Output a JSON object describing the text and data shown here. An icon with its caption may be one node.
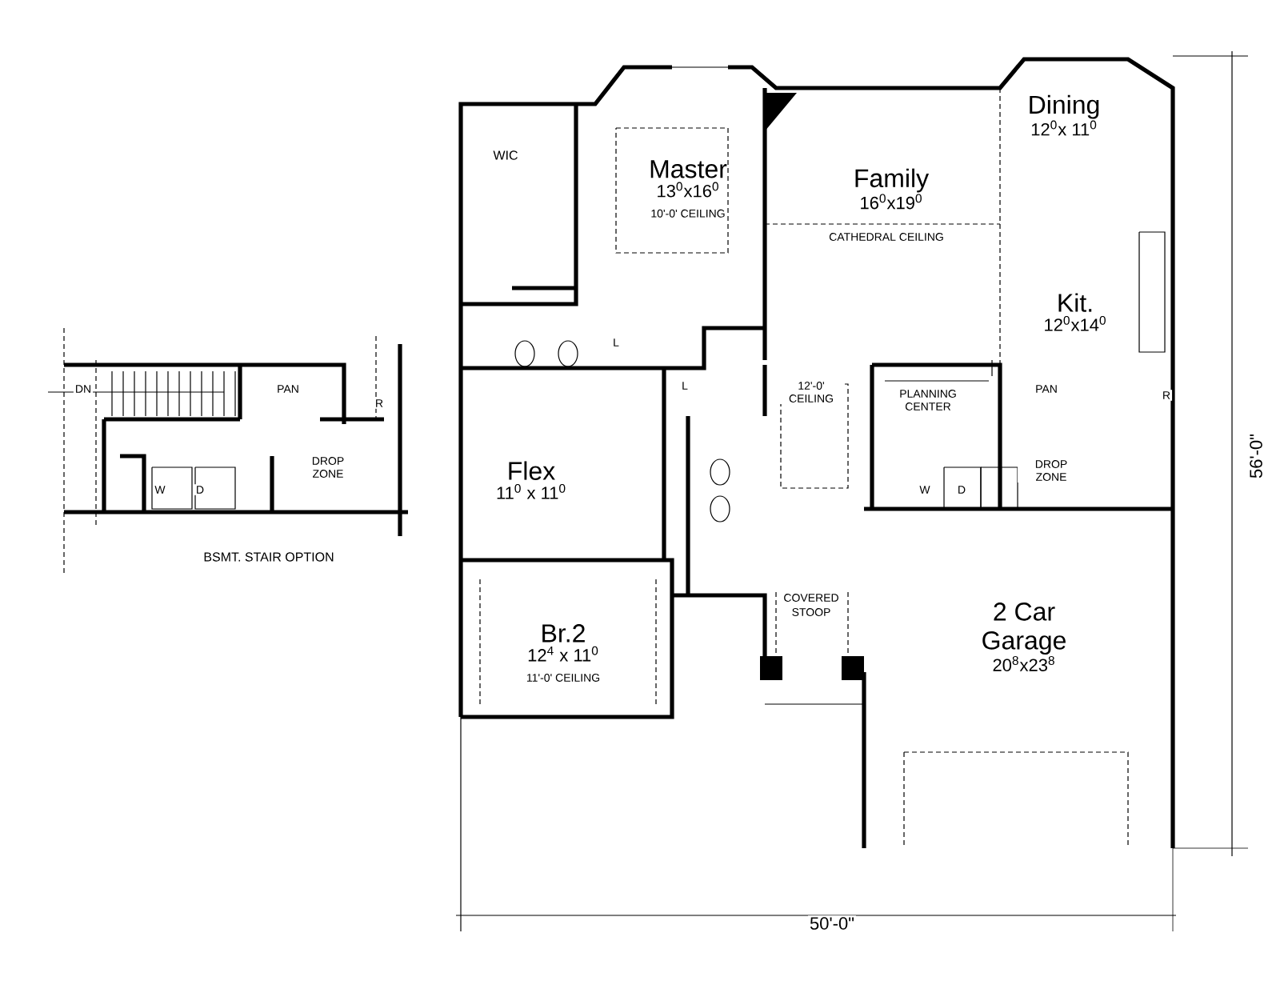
{
  "diagram": {
    "nodes": [
      {
        "text": [
          "Master",
          "13$^{0}$x16$^{0}$",
          "10'-0' CEILING"
        ]
      },
      {
        "text": [
          "WIC"
        ]
      },
      {
        "text": [
          "Family",
          "16$^{0}$x19$^{0}$"
        ]
      },
      {
        "text": [
          "Dining",
          "12$^{0}$x 11$^{0}$"
        ]
      },
      {
        "text": [
          "Kit.",
          "12$^{0}$x14$^{0}$"
        ]
      },
      {
        "text": [
          "Flex",
          "11$^{0}$ x 11$^{0}$"
        ]
      },
      {
        "text": [
          "Br.2",
          "12$^{4}$ x 11$^{0}$",
          "11'-0' CEILING"
        ]
      },
      {
        "text": [
          "2 Car Garage",
          "20$^{8}$x23$^{8}$"
        ]
      },
      {
        "text": [
          "COVERED STOOP"
        ]
      }
    ],
    "labels": [
      "DN",
      "PAN",
      "R",
      "DROP ZONE",
      "W",
      "D",
      "BSMT. STAIR OPTION",
      "L",
      "CATHEDRAL CEILING",
      "L",
      "12'-0' CEILING",
      "PAN",
      "R",
      "PLANNING CENTER",
      "DROP ZONE",
      "W",
      "D",
      "56'-0\"",
      "50'-0\""
    ]
  }
}
